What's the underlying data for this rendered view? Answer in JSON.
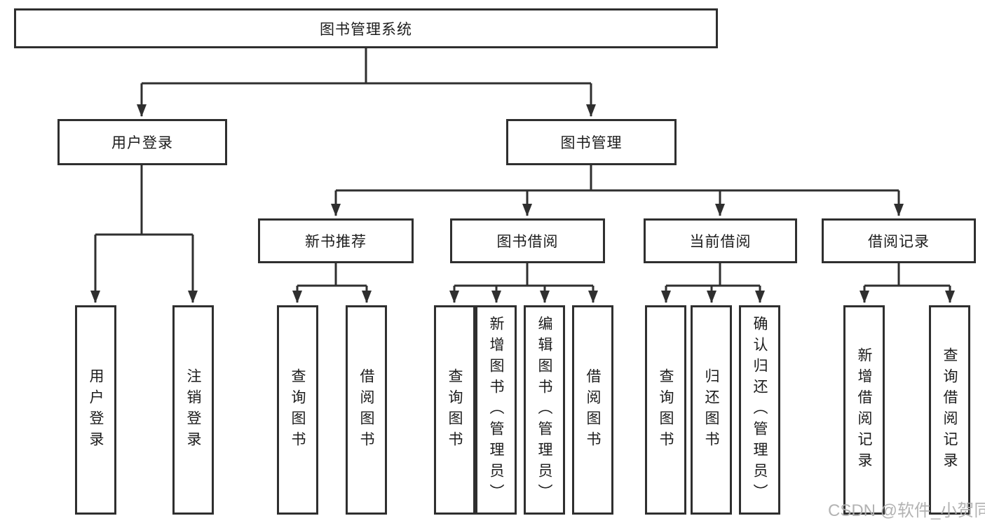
{
  "diagram": {
    "root": {
      "label": "图书管理系统"
    },
    "level2": [
      {
        "label": "用户登录"
      },
      {
        "label": "图书管理"
      }
    ],
    "level3": [
      {
        "label": "新书推荐",
        "parent": "图书管理"
      },
      {
        "label": "图书借阅",
        "parent": "图书管理"
      },
      {
        "label": "当前借阅",
        "parent": "图书管理"
      },
      {
        "label": "借阅记录",
        "parent": "图书管理"
      }
    ],
    "leaves": [
      {
        "label": "用户登录",
        "parent": "用户登录"
      },
      {
        "label": "注销登录",
        "parent": "用户登录"
      },
      {
        "label": "查询图书",
        "parent": "新书推荐"
      },
      {
        "label": "借阅图书",
        "parent": "新书推荐"
      },
      {
        "label": "查询图书",
        "parent": "图书借阅"
      },
      {
        "label": "新增图书（管理员）",
        "parent": "图书借阅"
      },
      {
        "label": "编辑图书（管理员）",
        "parent": "图书借阅"
      },
      {
        "label": "借阅图书",
        "parent": "图书借阅"
      },
      {
        "label": "查询图书",
        "parent": "当前借阅"
      },
      {
        "label": "归还图书",
        "parent": "当前借阅"
      },
      {
        "label": "确认归还（管理员）",
        "parent": "当前借阅"
      },
      {
        "label": "新增借阅记录",
        "parent": "借阅记录"
      },
      {
        "label": "查询借阅记录",
        "parent": "借阅记录"
      }
    ]
  },
  "watermark": {
    "text": "CSDN @软件_小贺同学"
  },
  "colors": {
    "line": "#2f2f2f",
    "box_border": "#2f2f2f",
    "box_fill": "#ffffff",
    "text": "#1c1c1c",
    "watermark": "#afafaf"
  }
}
